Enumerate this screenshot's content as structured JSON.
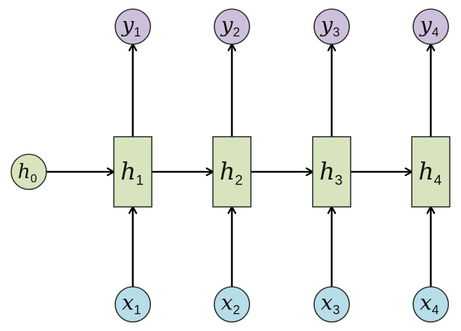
{
  "colors": {
    "hidden_fill": "#d7e4bd",
    "hidden_stroke": "#2b2b2b",
    "output_fill": "#ccc0da",
    "input_fill": "#b7dde8",
    "initial_fill": "#d7e4bd",
    "arrow": "#000000"
  },
  "initial_state": {
    "base": "h",
    "subscript": "0"
  },
  "steps": [
    {
      "hidden": {
        "base": "h",
        "subscript": "1"
      },
      "output": {
        "base": "y",
        "subscript": "1"
      },
      "input": {
        "base": "x",
        "subscript": "1"
      }
    },
    {
      "hidden": {
        "base": "h",
        "subscript": "2"
      },
      "output": {
        "base": "y",
        "subscript": "2"
      },
      "input": {
        "base": "x",
        "subscript": "2"
      }
    },
    {
      "hidden": {
        "base": "h",
        "subscript": "3"
      },
      "output": {
        "base": "y",
        "subscript": "3"
      },
      "input": {
        "base": "x",
        "subscript": "3"
      }
    },
    {
      "hidden": {
        "base": "h",
        "subscript": "4"
      },
      "output": {
        "base": "y",
        "subscript": "4"
      },
      "input": {
        "base": "x",
        "subscript": "4"
      }
    }
  ]
}
